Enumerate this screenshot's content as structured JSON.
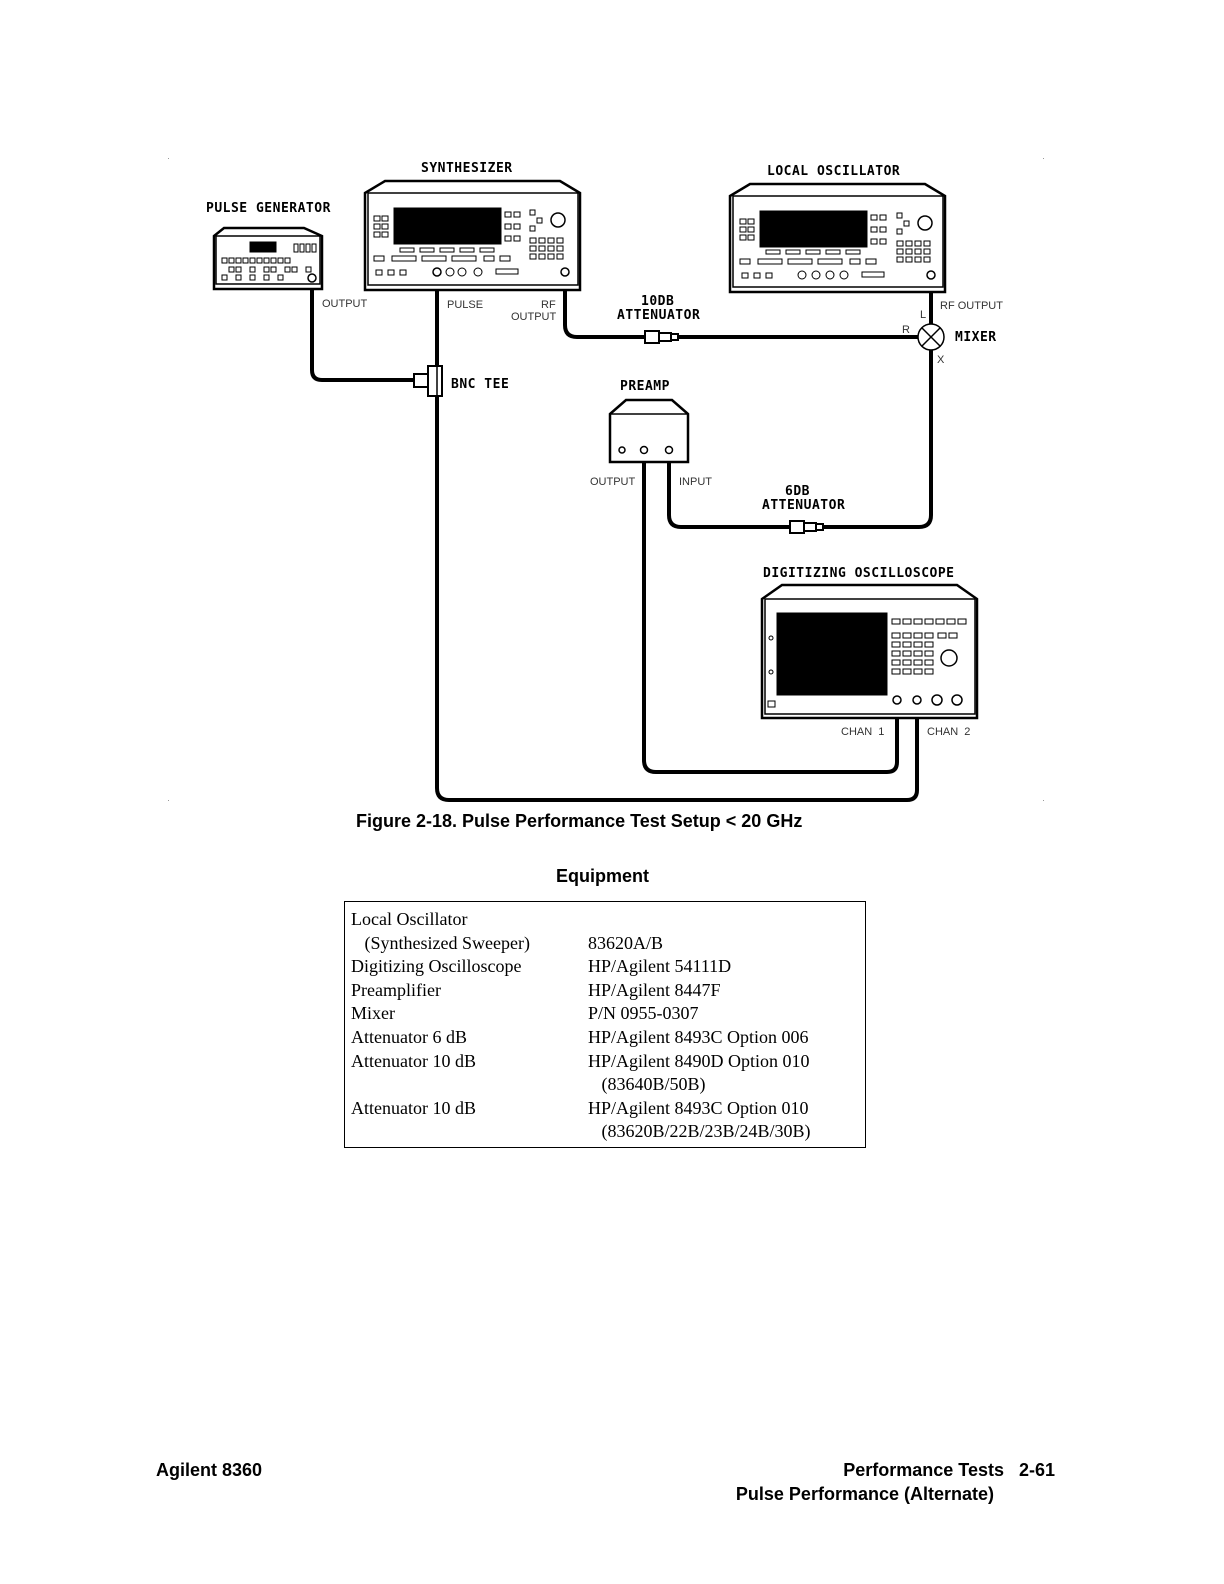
{
  "diagram": {
    "labels": {
      "pulse_generator": "PULSE GENERATOR",
      "synthesizer": "SYNTHESIZER",
      "local_oscillator": "LOCAL OSCILLATOR",
      "attenuator_10db_value": "10DB",
      "attenuator_10db_name": "ATTENUATOR",
      "mixer": "MIXER",
      "bnc_tee": "BNC TEE",
      "preamp": "PREAMP",
      "attenuator_6db_value": "6DB",
      "attenuator_6db_name": "ATTENUATOR",
      "digitizing_oscilloscope": "DIGITIZING OSCILLOSCOPE"
    },
    "ports": {
      "pulse_gen_output": "OUTPUT",
      "synth_pulse": "PULSE",
      "synth_rf": "RF",
      "synth_output": "OUTPUT",
      "lo_rf_output": "RF  OUTPUT",
      "mixer_l": "L",
      "mixer_r": "R",
      "mixer_x": "X",
      "preamp_output": "OUTPUT",
      "preamp_input": "INPUT",
      "scope_chan1": "CHAN  1",
      "scope_chan2": "CHAN  2"
    }
  },
  "figure_caption": "Figure 2-18. Pulse Performance Test Setup < 20 GHz",
  "equipment": {
    "title": "Equipment",
    "rows": [
      {
        "name": "Local Oscillator",
        "model": ""
      },
      {
        "name": "   (Synthesized Sweeper)",
        "model": "83620A/B"
      },
      {
        "name": "Digitizing Oscilloscope",
        "model": "HP/Agilent 54111D"
      },
      {
        "name": "Preamplifier",
        "model": "HP/Agilent 8447F"
      },
      {
        "name": "Mixer",
        "model": "P/N 0955-0307"
      },
      {
        "name": "Attenuator 6 dB",
        "model": "HP/Agilent 8493C Option 006"
      },
      {
        "name": "Attenuator 10 dB",
        "model": "HP/Agilent 8490D Option 010"
      },
      {
        "name": "",
        "model": "   (83640B/50B)"
      },
      {
        "name": "Attenuator 10 dB",
        "model": "HP/Agilent 8493C Option 010"
      },
      {
        "name": "",
        "model": "   (83620B/22B/23B/24B/30B)"
      }
    ]
  },
  "footer": {
    "left": "Agilent 8360",
    "right_line1": "Performance Tests   2-61",
    "right_line2": "Pulse Performance (Alternate)"
  }
}
